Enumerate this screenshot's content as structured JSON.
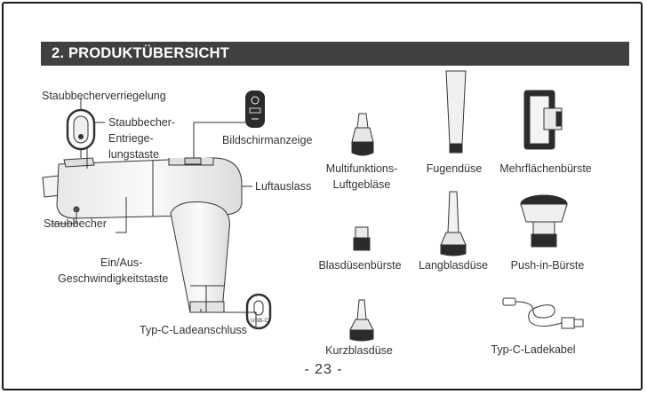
{
  "section": {
    "title": "2. PRODUKTÜBERSICHT"
  },
  "vacuum_labels": {
    "dust_cup_lock": "Staubbecherverriegelung",
    "dust_cup_release_1": "Staubbecher-",
    "dust_cup_release_2": "Entriege-",
    "dust_cup_release_3": "lungstaste",
    "display": "Bildschirmanzeige",
    "air_outlet": "Luftauslass",
    "dust_cup": "Staubbecher",
    "power_speed_1": "Ein/Aus-",
    "power_speed_2": "Geschwindigkeitstaste",
    "usb_c_port": "Typ-C-Ladeanschluss",
    "usb_c_icon_text": "USB-C"
  },
  "accessories": {
    "multi_air_1": "Multifunktions-",
    "multi_air_2": "Luftgebläse",
    "crevice": "Fugendüse",
    "multi_surface": "Mehrflächenbürste",
    "blower_brush": "Blasdüsenbürste",
    "long_blower": "Langblasdüse",
    "push_in_brush": "Push-in-Bürste",
    "short_blower": "Kurzblasdüse",
    "usb_c_cable": "Typ-C-Ladekabel"
  },
  "page": {
    "number": "- 23 -"
  },
  "colors": {
    "header_bg": "#404040",
    "line": "#333333",
    "product_fill": "#f2f2f2",
    "dark": "#2b2b2b"
  }
}
